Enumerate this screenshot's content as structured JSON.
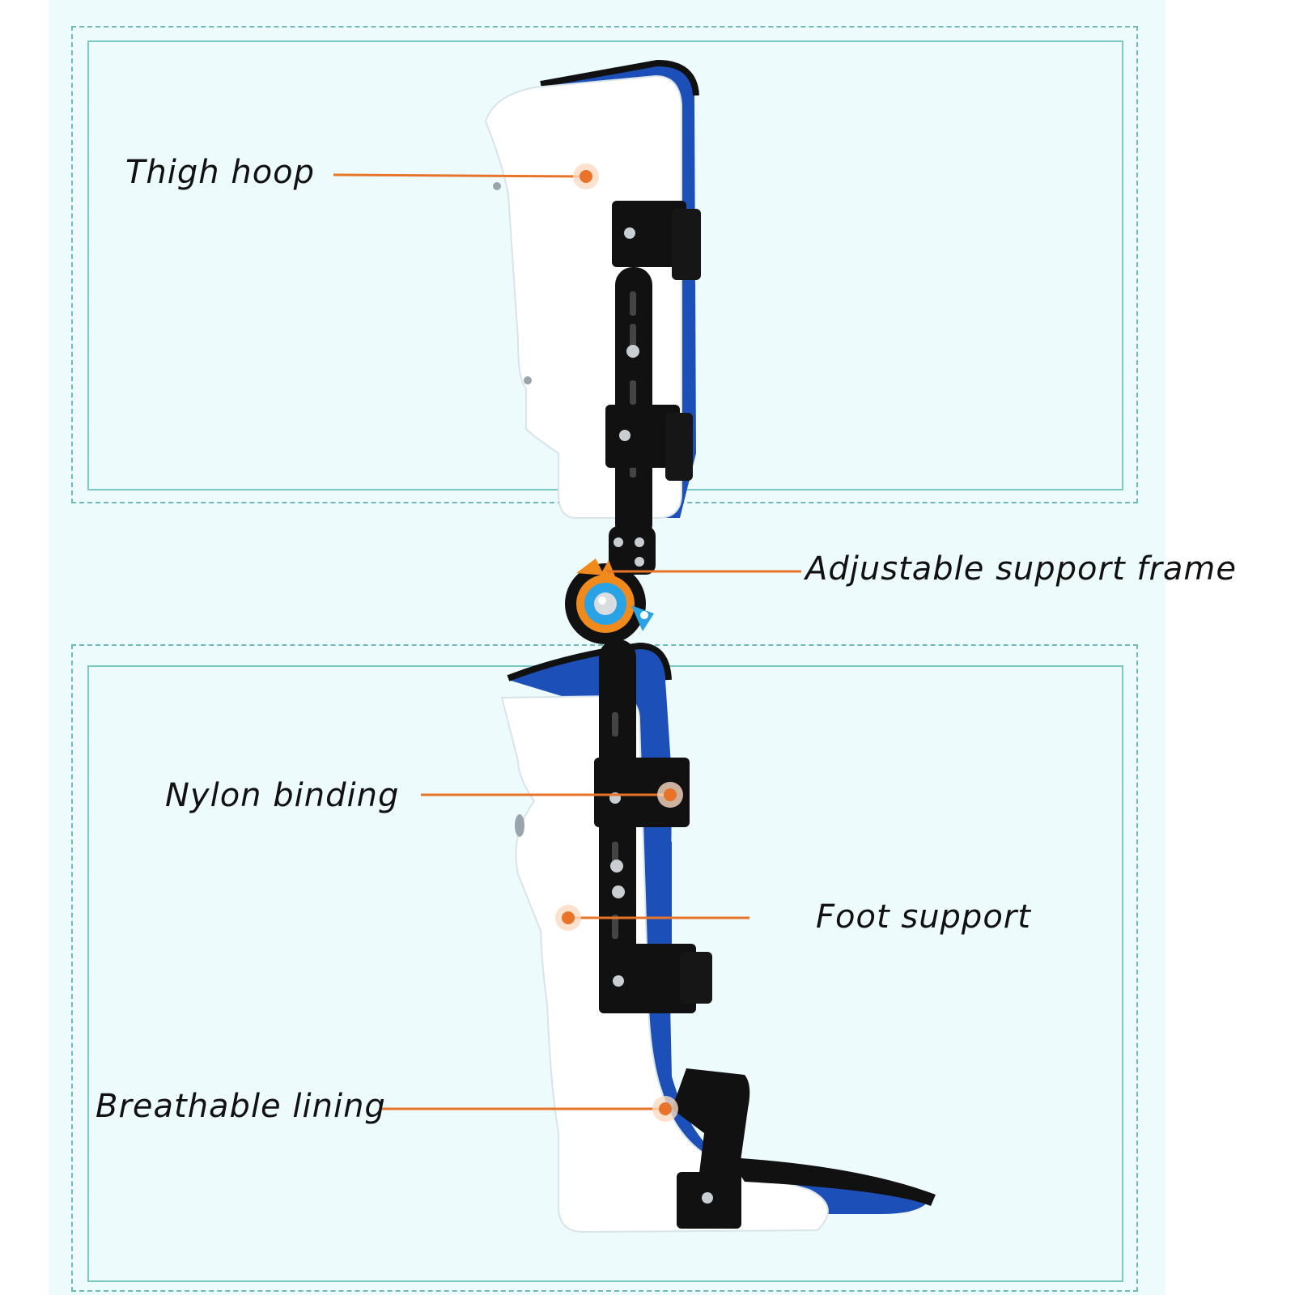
{
  "labels": {
    "thigh_hoop": "Thigh hoop",
    "adjustable_support_frame": "Adjustable support frame",
    "nylon_binding": "Nylon binding",
    "foot_support": "Foot support",
    "breathable_lining": "Breathable lining"
  },
  "colors": {
    "background": "#eefbfd",
    "frame_border": "#7cc6c3",
    "callout_line": "#e8742a",
    "shell_white": "#ffffff",
    "lining_blue": "#1d4fb8",
    "strap_black": "#111111",
    "hinge_orange": "#f08a1c",
    "hinge_blue": "#2aa3e6"
  }
}
